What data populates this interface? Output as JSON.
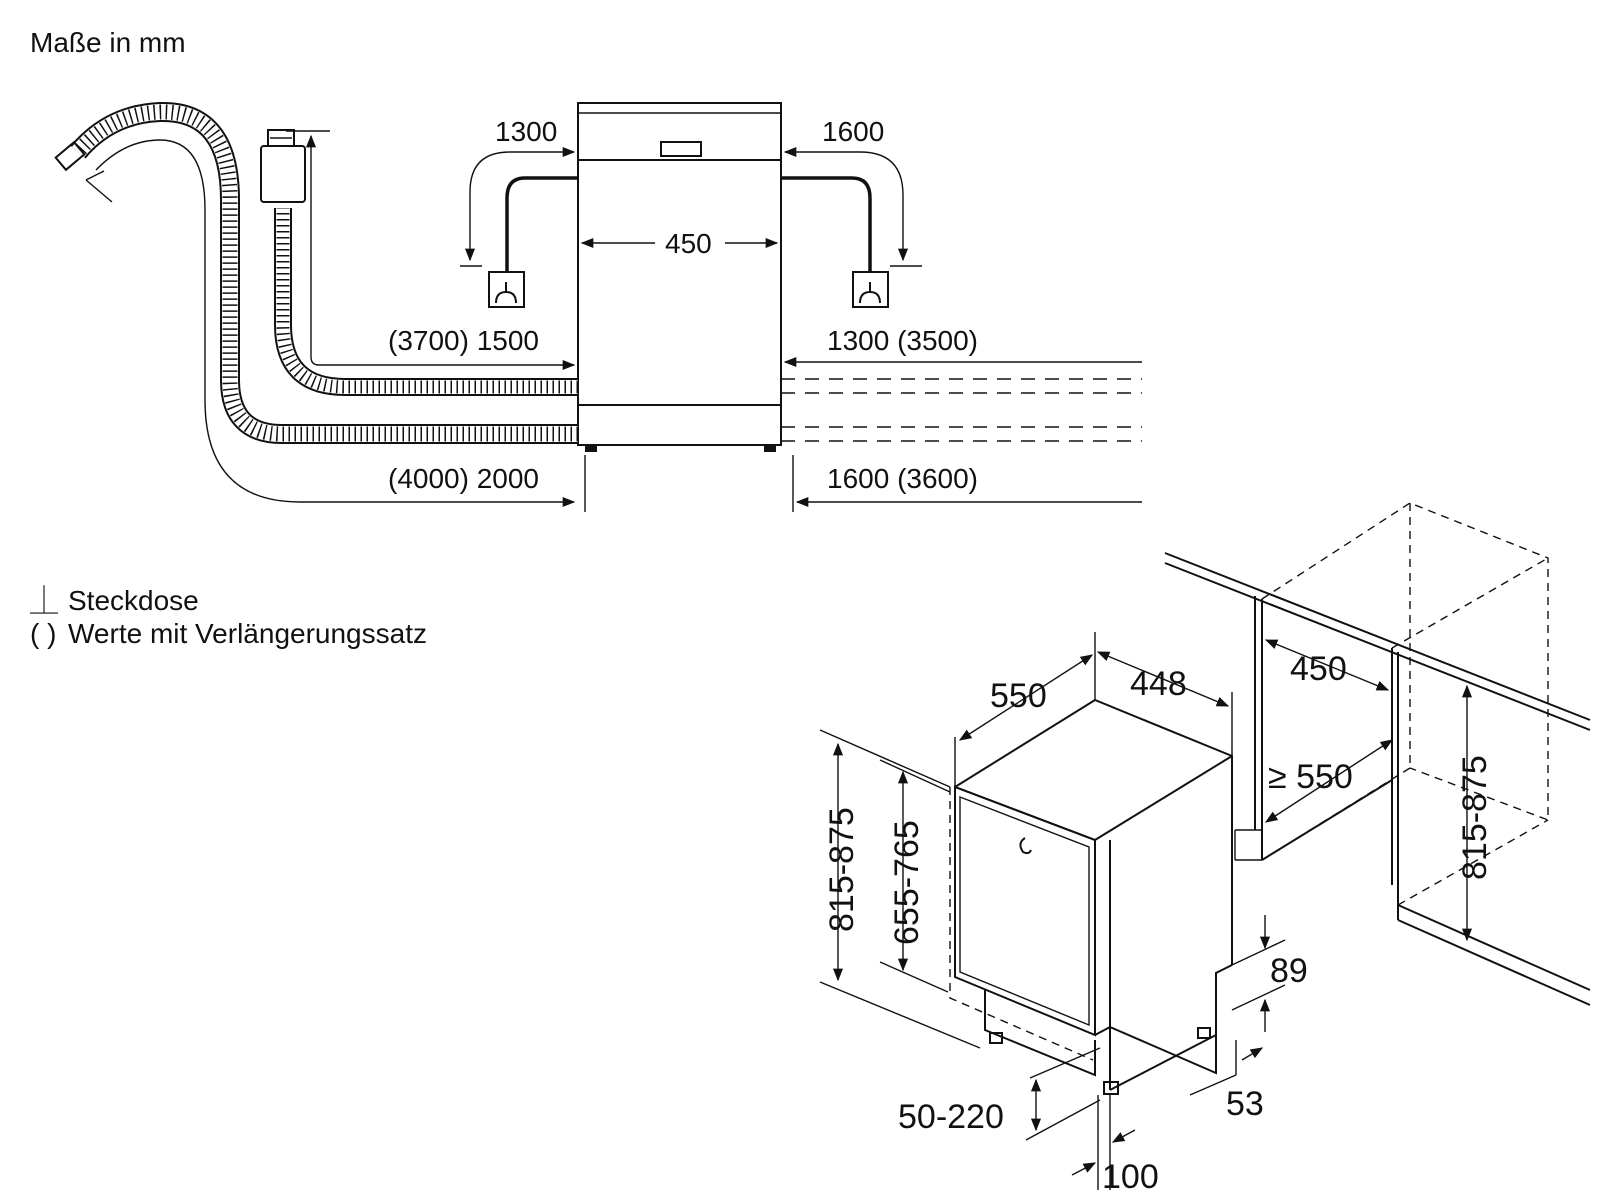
{
  "units_note": "Maße in mm",
  "legend": {
    "socket_symbol": "⏊",
    "socket_label": "Steckdose",
    "paren_symbol": "( )",
    "paren_label": "Werte mit Verlängerungssatz"
  },
  "top_view": {
    "power_left": "1300",
    "power_right": "1600",
    "inner_width": "450",
    "hose_left_upper": "(3700) 1500",
    "hose_left_lower": "(4000) 2000",
    "hose_right_upper": "1300 (3500)",
    "hose_right_lower": "1600 (3600)"
  },
  "iso_view": {
    "depth": "550",
    "width": "448",
    "height_outer": "815-875",
    "height_door": "655-765",
    "plinth": "50-220",
    "foot_offset": "100",
    "adj_89": "89",
    "adj_53": "53",
    "niche_width": "450",
    "niche_depth": "≥ 550",
    "niche_height": "815-875"
  }
}
